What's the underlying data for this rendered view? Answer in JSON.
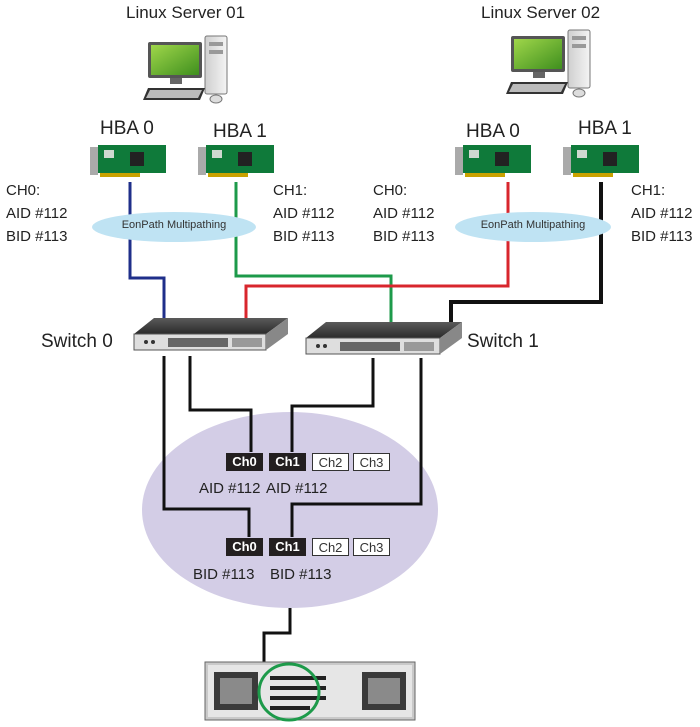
{
  "servers": [
    {
      "title": "Linux Server 01"
    },
    {
      "title": "Linux Server 02"
    }
  ],
  "hbas": [
    {
      "label": "HBA 0"
    },
    {
      "label": "HBA 1"
    },
    {
      "label": "HBA 0"
    },
    {
      "label": "HBA 1"
    }
  ],
  "hba_channels": [
    {
      "channel": "CH0:",
      "aid": "AID #112",
      "bid": "BID #113"
    },
    {
      "channel": "CH1:",
      "aid": "AID #112",
      "bid": "BID #113"
    },
    {
      "channel": "CH0:",
      "aid": "AID #112",
      "bid": "BID #113"
    },
    {
      "channel": "CH1:",
      "aid": "AID #112",
      "bid": "BID #113"
    }
  ],
  "multipathing": [
    {
      "label": "EonPath Multipathing"
    },
    {
      "label": "EonPath Multipathing"
    }
  ],
  "switches": [
    {
      "label": "Switch 0"
    },
    {
      "label": "Switch 1"
    }
  ],
  "controllers": [
    {
      "channels": [
        "Ch0",
        "Ch1",
        "Ch2",
        "Ch3"
      ],
      "labels": [
        "AID #112",
        "AID #112"
      ]
    },
    {
      "channels": [
        "Ch0",
        "Ch1",
        "Ch2",
        "Ch3"
      ],
      "labels": [
        "BID #113",
        "BID #113"
      ]
    }
  ],
  "colors": {
    "blue_link": "#1f2f8a",
    "green_link": "#1d9a4a",
    "red_link": "#d8262d",
    "black_link": "#111111",
    "multipath_fill": "#bfe3f3",
    "storage_ellipse": "#d3cde6",
    "highlight_circle": "#1d9a4a"
  }
}
